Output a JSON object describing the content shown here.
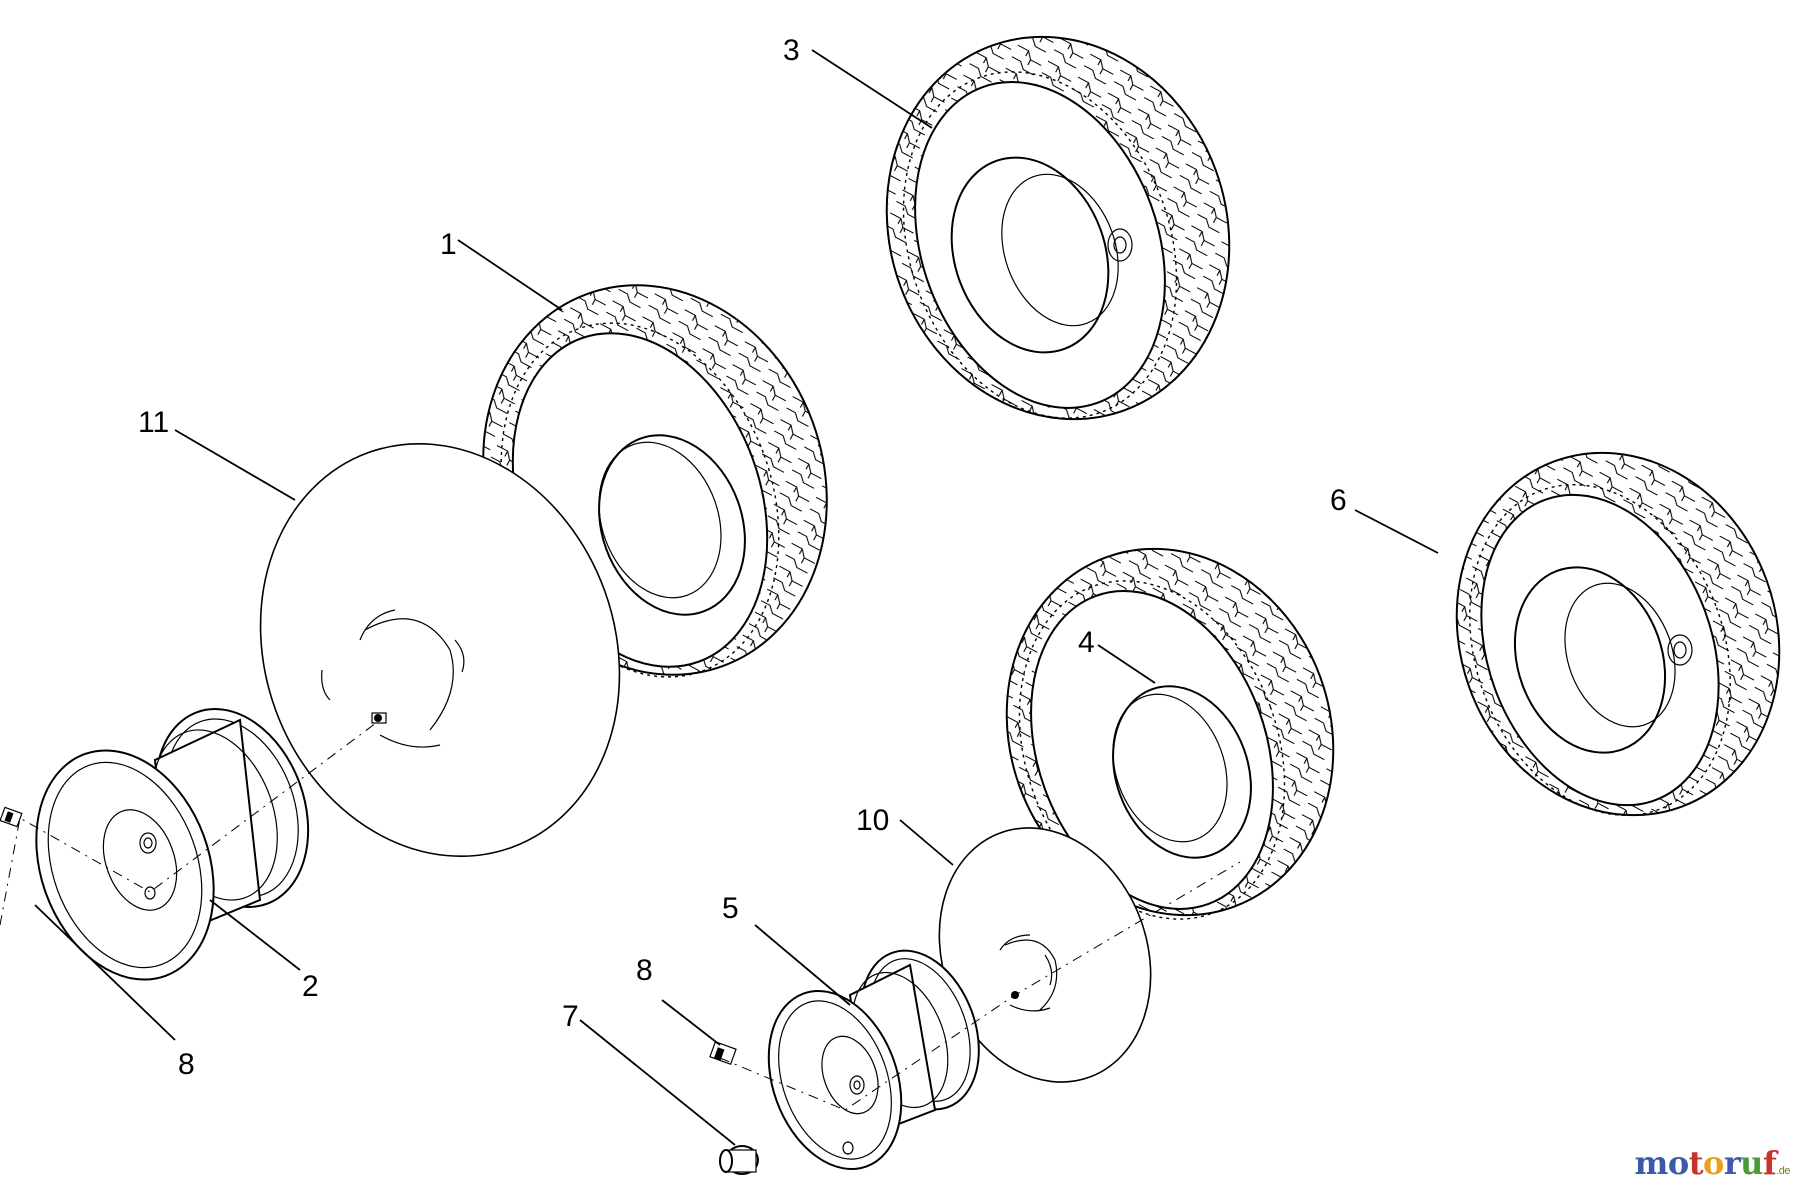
{
  "callouts": [
    {
      "id": "c1",
      "label": "1"
    },
    {
      "id": "c2",
      "label": "2"
    },
    {
      "id": "c3",
      "label": "3"
    },
    {
      "id": "c4",
      "label": "4"
    },
    {
      "id": "c5",
      "label": "5"
    },
    {
      "id": "c6",
      "label": "6"
    },
    {
      "id": "c7",
      "label": "7"
    },
    {
      "id": "c8a",
      "label": "8"
    },
    {
      "id": "c8b",
      "label": "8"
    },
    {
      "id": "c10",
      "label": "10"
    },
    {
      "id": "c11",
      "label": "11"
    }
  ],
  "watermark": {
    "letters": [
      "m",
      "o",
      "t",
      "o",
      "r",
      "u",
      "f"
    ],
    "colors": [
      "#3b5ba8",
      "#3b5ba8",
      "#c8342c",
      "#e8a020",
      "#3b5ba8",
      "#4a9a3a",
      "#c8342c"
    ],
    "tld": ".de"
  }
}
